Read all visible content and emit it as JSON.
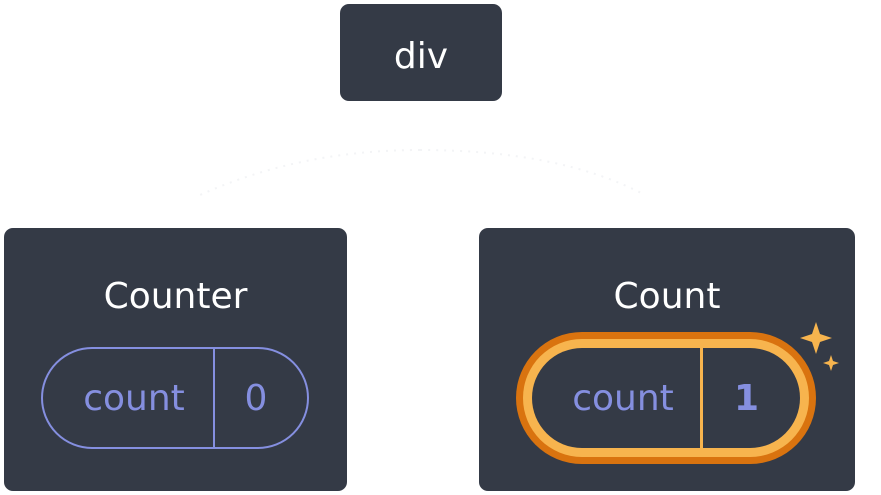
{
  "root": {
    "label": "div"
  },
  "left_child": {
    "title": "Counter",
    "state_label": "count",
    "state_value": "0"
  },
  "right_child": {
    "title": "Count",
    "state_label": "count",
    "state_value": "1",
    "highlighted": true
  },
  "colors": {
    "node_bg": "#343a46",
    "node_text": "#ffffff",
    "state_text": "#858fe0",
    "highlight_outer": "#d9730f",
    "highlight_inner": "#f7b44e",
    "sparkle": "#f7b44e"
  },
  "icons": {
    "sparkle": "sparkle-icon"
  }
}
